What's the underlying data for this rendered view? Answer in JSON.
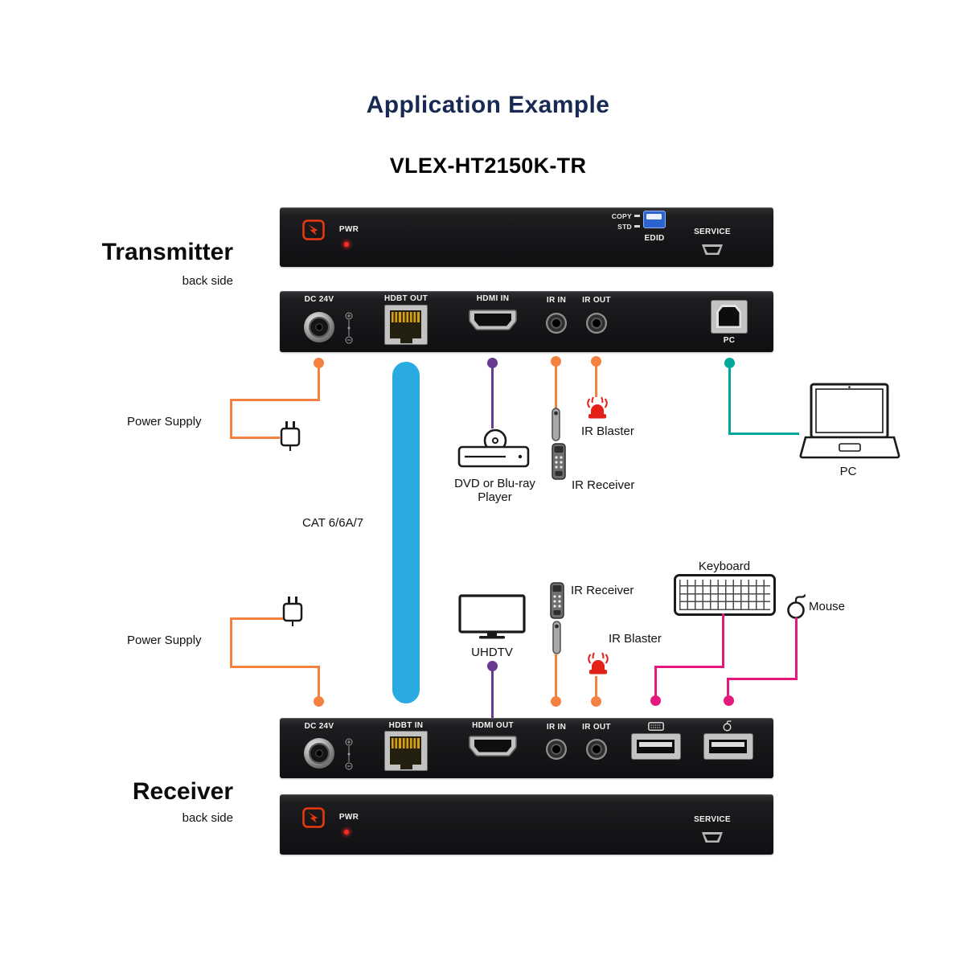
{
  "title": "Application Example",
  "model": "VLEX-HT2150K-TR",
  "colors": {
    "navy": "#182a54",
    "orange": "#F4813F",
    "cyan": "#29ABE2",
    "purple": "#673A93",
    "teal": "#00A79D",
    "magenta": "#E5187D",
    "red": "#E8380D",
    "blaster_red": "#E32119",
    "switch_blue": "#2D63CF"
  },
  "transmitter": {
    "name": "Transmitter",
    "side": "back side",
    "front": {
      "pwr": "PWR",
      "copy": "COPY",
      "std": "STD",
      "edid": "EDID",
      "service": "SERVICE"
    },
    "back": {
      "dc": "DC 24V",
      "hdbt": "HDBT OUT",
      "hdmi": "HDMI IN",
      "ir_in": "IR IN",
      "ir_out": "IR OUT",
      "pc": "PC"
    }
  },
  "receiver": {
    "name": "Receiver",
    "side": "back side",
    "front": {
      "pwr": "PWR",
      "service": "SERVICE"
    },
    "back": {
      "dc": "DC 24V",
      "hdbt": "HDBT IN",
      "hdmi": "HDMI OUT",
      "ir_in": "IR IN",
      "ir_out": "IR OUT"
    }
  },
  "labels": {
    "power_supply_top": "Power Supply",
    "power_supply_bottom": "Power Supply",
    "cable": "CAT 6/6A/7",
    "dvd": "DVD or Blu-ray\nPlayer",
    "ir_blaster_top": "IR Blaster",
    "ir_receiver_top": "IR Receiver",
    "pc": "PC",
    "uhdtv": "UHDTV",
    "ir_receiver_bottom": "IR Receiver",
    "ir_blaster_bottom": "IR Blaster",
    "keyboard": "Keyboard",
    "mouse": "Mouse"
  }
}
